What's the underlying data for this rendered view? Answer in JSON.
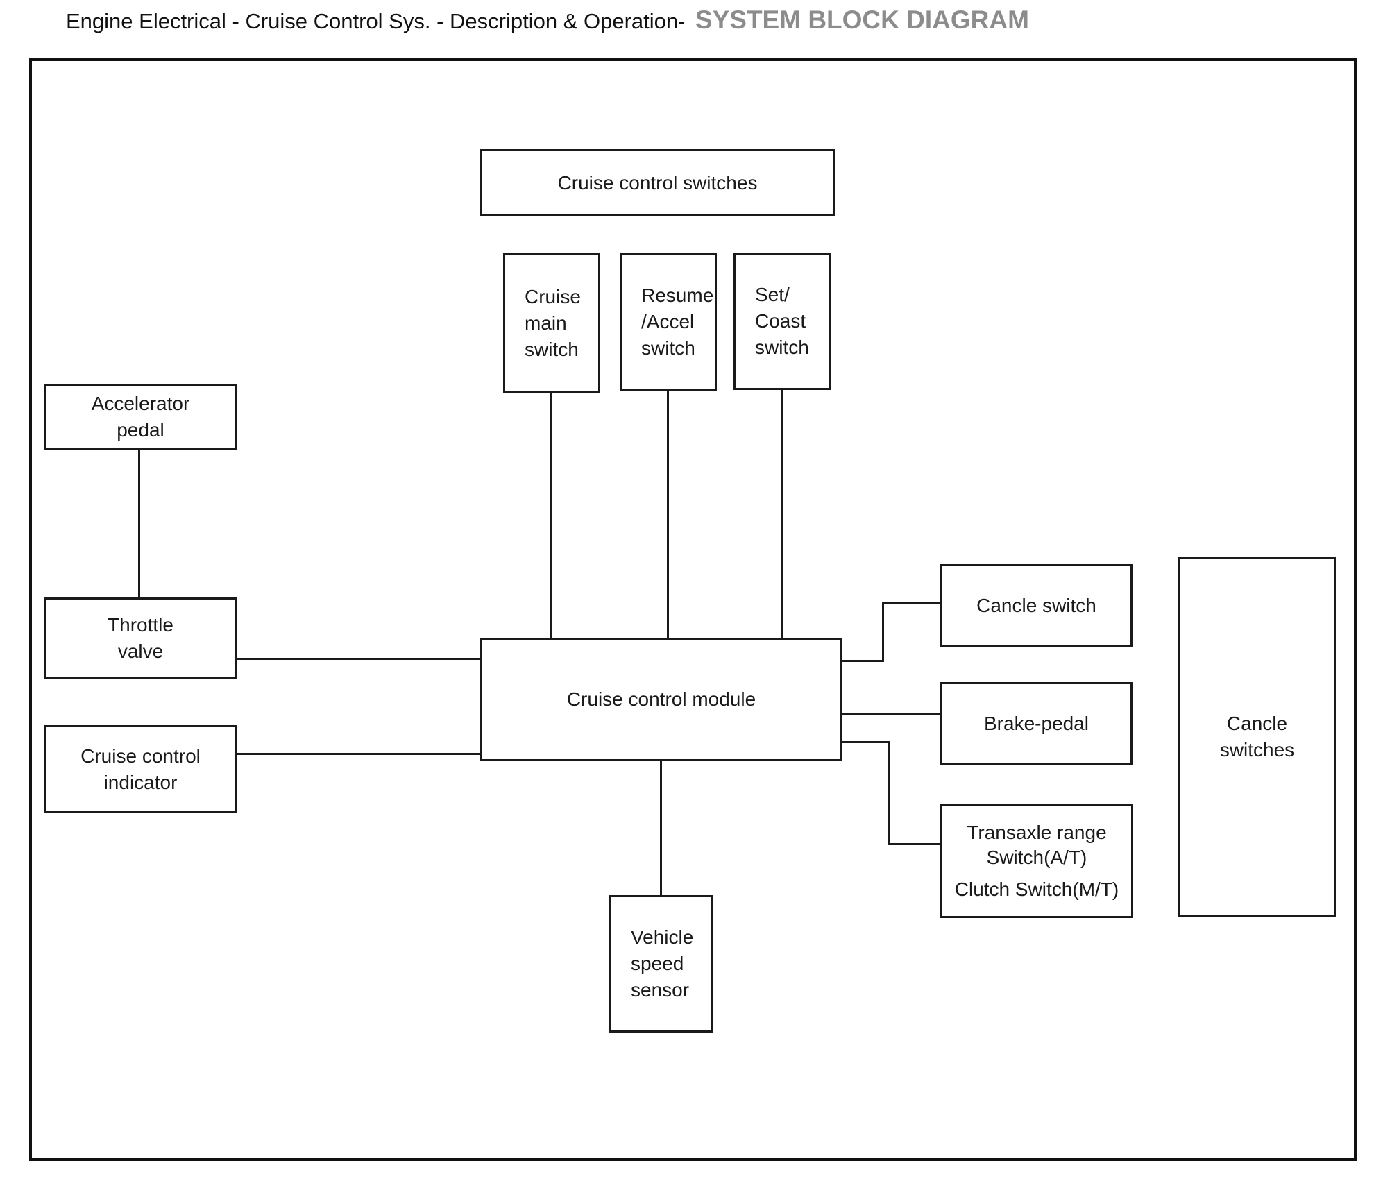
{
  "title": {
    "main": "Engine Electrical - Cruise Control Sys. - Description & Operation-",
    "accent": "SYSTEM BLOCK DIAGRAM"
  },
  "colors": {
    "title_accent": "#8c8c8c",
    "line": "#1a1a1a",
    "background": "#ffffff"
  },
  "boxes": {
    "cruise_control_switches": {
      "label": "Cruise control switches"
    },
    "cruise_main_switch": {
      "lines": [
        "Cruise",
        "main",
        "switch"
      ]
    },
    "resume_accel_switch": {
      "lines": [
        "Resume",
        "/Accel",
        "switch"
      ]
    },
    "set_coast_switch": {
      "lines": [
        "Set/",
        "Coast",
        "switch"
      ]
    },
    "accelerator_pedal": {
      "lines": [
        "Accelerator",
        "pedal"
      ]
    },
    "throttle_valve": {
      "lines": [
        "Throttle",
        "valve"
      ]
    },
    "cruise_control_indicator": {
      "lines": [
        "Cruise control",
        "indicator"
      ]
    },
    "cruise_control_module": {
      "label": "Cruise control module"
    },
    "cancle_switch": {
      "label": "Cancle switch"
    },
    "brake_pedal": {
      "label": "Brake-pedal"
    },
    "transaxle_clutch": {
      "lines": [
        "Transaxle range",
        "Switch(A/T)",
        "Clutch Switch(M/T)"
      ]
    },
    "cancle_switches": {
      "lines": [
        "Cancle",
        "switches"
      ]
    },
    "vehicle_speed_sensor": {
      "lines": [
        "Vehicle",
        "speed",
        "sensor"
      ]
    }
  }
}
